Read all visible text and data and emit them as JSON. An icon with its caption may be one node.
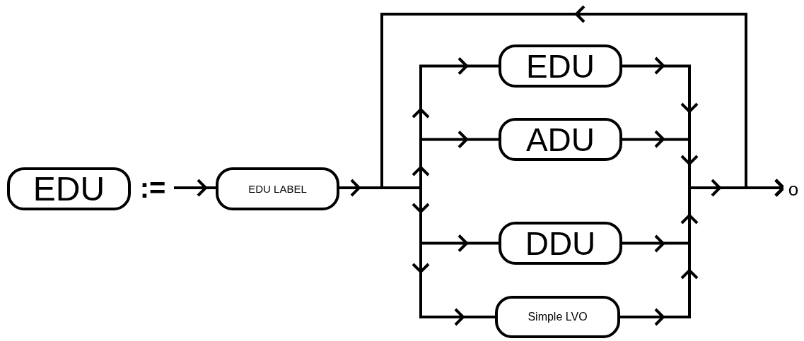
{
  "diagram": {
    "nodes": [
      {
        "text": [
          "EDU"
        ]
      },
      {
        "text": [
          ":="
        ]
      },
      {
        "text": [
          "EDU LABEL"
        ]
      },
      {
        "text": [
          "EDU"
        ]
      },
      {
        "text": [
          "ADU"
        ]
      },
      {
        "text": [
          "DDU"
        ]
      },
      {
        "text": [
          "Simple LVO"
        ]
      },
      {
        "text": [
          "o"
        ]
      }
    ],
    "edges": [
      {
        "from": 1,
        "to": 2,
        "arrow": "to"
      },
      {
        "from": 2,
        "to": 3,
        "arrow": "to"
      },
      {
        "from": 2,
        "to": 4,
        "arrow": "to"
      },
      {
        "from": 2,
        "to": 5,
        "arrow": "to"
      },
      {
        "from": 2,
        "to": 6,
        "arrow": "to"
      },
      {
        "from": 3,
        "to": 7,
        "arrow": "to"
      },
      {
        "from": 4,
        "to": 7,
        "arrow": "to"
      },
      {
        "from": 5,
        "to": 7,
        "arrow": "to"
      },
      {
        "from": 6,
        "to": 7,
        "arrow": "to"
      },
      {
        "from": 7,
        "to": 2,
        "arrow": "to"
      }
    ]
  }
}
